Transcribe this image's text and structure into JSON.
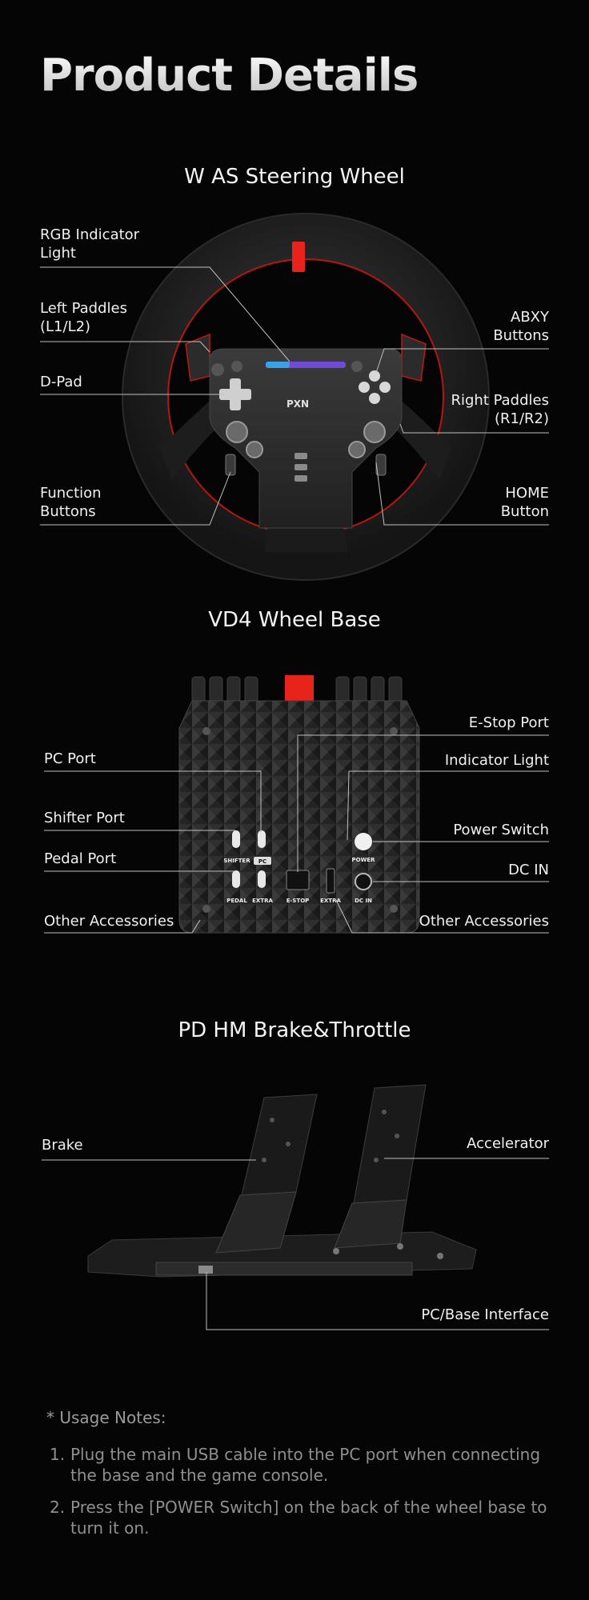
{
  "page": {
    "title": "Product Details"
  },
  "wheel": {
    "title": "W AS Steering Wheel",
    "labels": {
      "rgb": "RGB Indicator\nLight",
      "left_paddles": "Left Paddles\n(L1/L2)",
      "dpad": "D-Pad",
      "function": "Function\nButtons",
      "abxy": "ABXY\nButtons",
      "right_paddles": "Right Paddles\n(R1/R2)",
      "home": "HOME\nButton"
    },
    "logo": "PXN"
  },
  "base": {
    "title": "VD4 Wheel Base",
    "labels": {
      "pc_port": "PC Port",
      "shifter_port": "Shifter Port",
      "pedal_port": "Pedal Port",
      "other_left": "Other Accessories",
      "estop_port": "E-Stop Port",
      "indicator": "Indicator Light",
      "power_switch": "Power Switch",
      "dc_in": "DC IN",
      "other_right": "Other Accessories"
    },
    "panel_text": {
      "shifter": "SHIFTER",
      "pc": "PC",
      "pedal": "PEDAL",
      "extra1": "EXTRA",
      "estop": "E-STOP",
      "extra2": "EXTRA",
      "dcin": "DC IN",
      "power": "POWER"
    }
  },
  "pedals": {
    "title": "PD HM Brake&Throttle",
    "labels": {
      "brake": "Brake",
      "accelerator": "Accelerator",
      "interface": "PC/Base Interface"
    }
  },
  "notes": {
    "title": "* Usage Notes:",
    "items": [
      {
        "num": "1.",
        "text": "Plug the main USB cable into the PC port when connecting the base and the game console."
      },
      {
        "num": "2.",
        "text": "Press the [POWER Switch] on the back of the wheel base to turn it on."
      }
    ]
  },
  "colors": {
    "accent_red": "#e8231b",
    "background": "#050505",
    "line": "#bfbfbf"
  }
}
